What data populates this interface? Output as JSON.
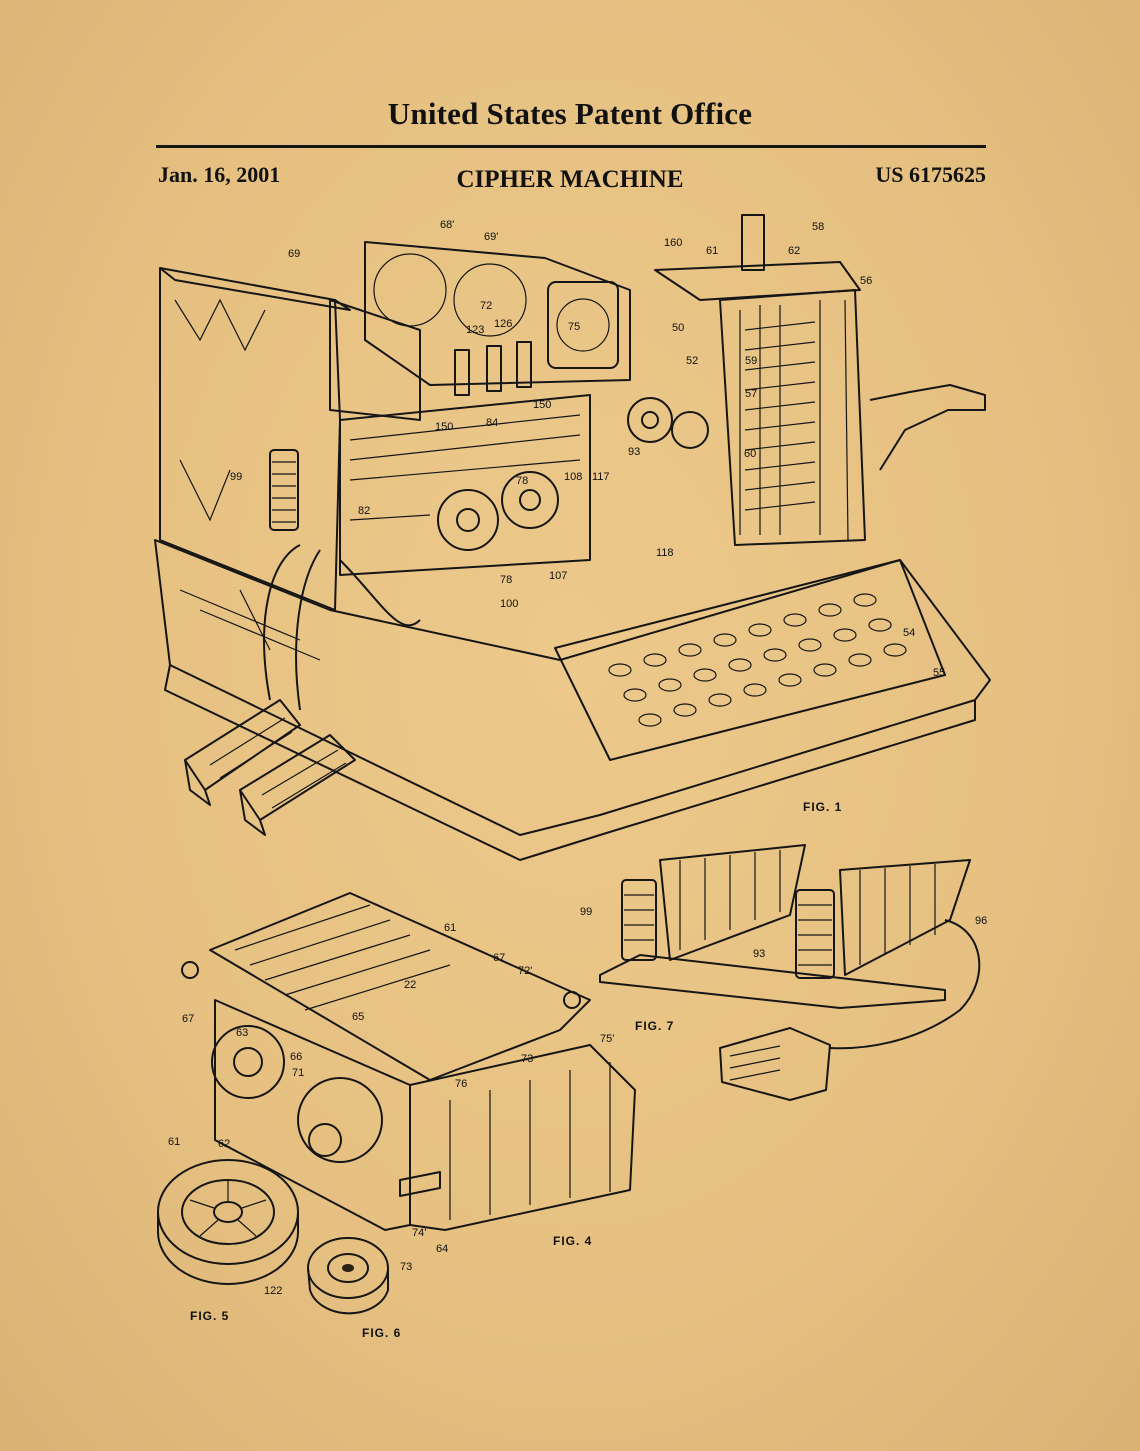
{
  "header": {
    "office": "United States Patent Office",
    "date": "Jan. 16, 2001",
    "title": "CIPHER MACHINE",
    "patent_number": "US 6175625"
  },
  "figures": {
    "fig1": "FIG. 1",
    "fig4": "FIG. 4",
    "fig5": "FIG. 5",
    "fig6": "FIG. 6",
    "fig7": "FIG. 7"
  },
  "fig1_refs": [
    "68'",
    "69'",
    "69",
    "160",
    "61",
    "58",
    "62",
    "56",
    "72",
    "126",
    "123",
    "75",
    "50",
    "52",
    "59",
    "57",
    "150",
    "84",
    "150",
    "93",
    "99",
    "82",
    "108",
    "117",
    "60",
    "78",
    "118",
    "78",
    "100",
    "107",
    "54",
    "55"
  ],
  "fig4_refs": [
    "61",
    "67",
    "72'",
    "22",
    "67",
    "63",
    "65",
    "66",
    "71",
    "73",
    "75'",
    "76",
    "74'",
    "64"
  ],
  "fig5_refs": [
    "61",
    "62",
    "122"
  ],
  "fig6_refs": [
    "73"
  ],
  "fig7_refs": [
    "99",
    "93",
    "96"
  ],
  "colors": {
    "paper": "#e6c284",
    "ink": "#161616"
  }
}
